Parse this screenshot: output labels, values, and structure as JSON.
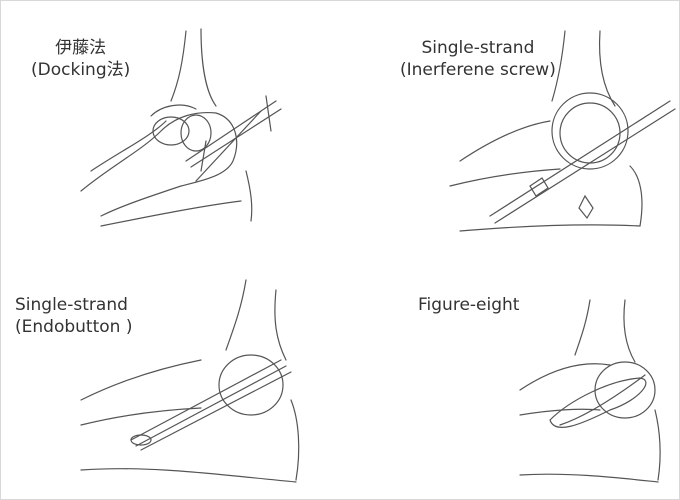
{
  "panels": [
    {
      "title": "伊藤法",
      "subtitle": "(Docking法)"
    },
    {
      "title": "Single-strand",
      "subtitle": "(Inerferene screw)"
    },
    {
      "title": "Single-strand",
      "subtitle": "(Endobutton )"
    },
    {
      "title": "Figure-eight"
    }
  ]
}
